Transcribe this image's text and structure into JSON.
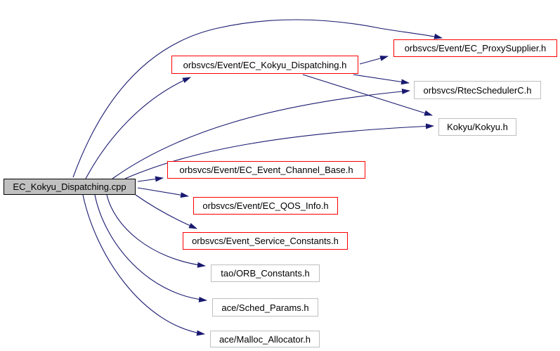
{
  "diagram": {
    "kind": "include-dependency-graph",
    "root_file": "EC_Kokyu_Dispatching.cpp",
    "colors": {
      "edge": "#191970",
      "red_node_border": "#ff0000",
      "plain_node_border": "#bfbfbf",
      "root_fill": "#c0c0c0",
      "root_border": "#000000",
      "background": "#ffffff",
      "text": "#000000"
    },
    "nodes": [
      {
        "id": "root",
        "label": "EC_Kokyu_Dispatching.cpp",
        "style": "root"
      },
      {
        "id": "ec-proxysupplier",
        "label": "orbsvcs/Event/EC_ProxySupplier.h",
        "style": "red"
      },
      {
        "id": "ec-kokyu-dispatching-h",
        "label": "orbsvcs/Event/EC_Kokyu_Dispatching.h",
        "style": "red"
      },
      {
        "id": "rtec-scheduler-c",
        "label": "orbsvcs/RtecSchedulerC.h",
        "style": "plain"
      },
      {
        "id": "kokyu-kokyu",
        "label": "Kokyu/Kokyu.h",
        "style": "plain"
      },
      {
        "id": "ec-event-channel-base",
        "label": "orbsvcs/Event/EC_Event_Channel_Base.h",
        "style": "red"
      },
      {
        "id": "ec-qos-info",
        "label": "orbsvcs/Event/EC_QOS_Info.h",
        "style": "red"
      },
      {
        "id": "event-service-constants",
        "label": "orbsvcs/Event_Service_Constants.h",
        "style": "red"
      },
      {
        "id": "orb-constants",
        "label": "tao/ORB_Constants.h",
        "style": "plain"
      },
      {
        "id": "sched-params",
        "label": "ace/Sched_Params.h",
        "style": "plain"
      },
      {
        "id": "malloc-allocator",
        "label": "ace/Malloc_Allocator.h",
        "style": "plain"
      }
    ],
    "edges": [
      {
        "from": "root",
        "to": "ec-proxysupplier"
      },
      {
        "from": "root",
        "to": "ec-kokyu-dispatching-h"
      },
      {
        "from": "root",
        "to": "rtec-scheduler-c"
      },
      {
        "from": "root",
        "to": "kokyu-kokyu"
      },
      {
        "from": "root",
        "to": "ec-event-channel-base"
      },
      {
        "from": "root",
        "to": "ec-qos-info"
      },
      {
        "from": "root",
        "to": "event-service-constants"
      },
      {
        "from": "root",
        "to": "orb-constants"
      },
      {
        "from": "root",
        "to": "sched-params"
      },
      {
        "from": "root",
        "to": "malloc-allocator"
      },
      {
        "from": "ec-kokyu-dispatching-h",
        "to": "ec-proxysupplier"
      },
      {
        "from": "ec-kokyu-dispatching-h",
        "to": "rtec-scheduler-c"
      },
      {
        "from": "ec-kokyu-dispatching-h",
        "to": "kokyu-kokyu"
      }
    ]
  }
}
